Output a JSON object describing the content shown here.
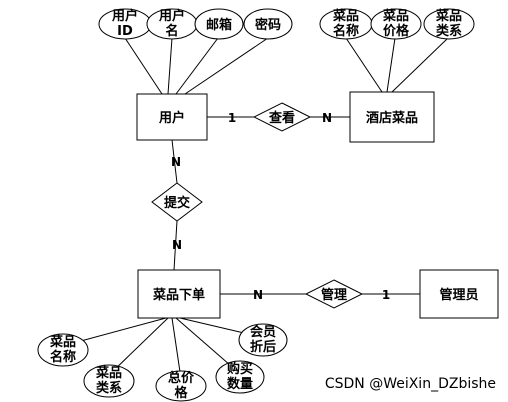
{
  "entities": {
    "user": "用户",
    "dish": "酒店菜品",
    "order": "菜品下单",
    "admin": "管理员"
  },
  "relationships": {
    "view": "查看",
    "submit": "提交",
    "manage": "管理"
  },
  "attributes": {
    "user_id": [
      "用户",
      "ID"
    ],
    "username": [
      "用户",
      "名"
    ],
    "email": [
      "邮箱"
    ],
    "password": [
      "密码"
    ],
    "dish_name": [
      "菜品",
      "名称"
    ],
    "dish_price": [
      "菜品",
      "价格"
    ],
    "dish_category": [
      "菜品",
      "类系"
    ],
    "order_dish_name": [
      "菜品",
      "名称"
    ],
    "order_dish_category": [
      "菜品",
      "类系"
    ],
    "order_total": [
      "总价",
      "格"
    ],
    "order_qty": [
      "购买",
      "数量"
    ],
    "order_discount": [
      "会员",
      "折后"
    ]
  },
  "cardinalities": {
    "user_view": "1",
    "view_dish": "N",
    "user_submit": "N",
    "submit_order": "N",
    "order_manage": "N",
    "manage_admin": "1"
  },
  "watermark": "CSDN @WeiXin_DZbishe"
}
